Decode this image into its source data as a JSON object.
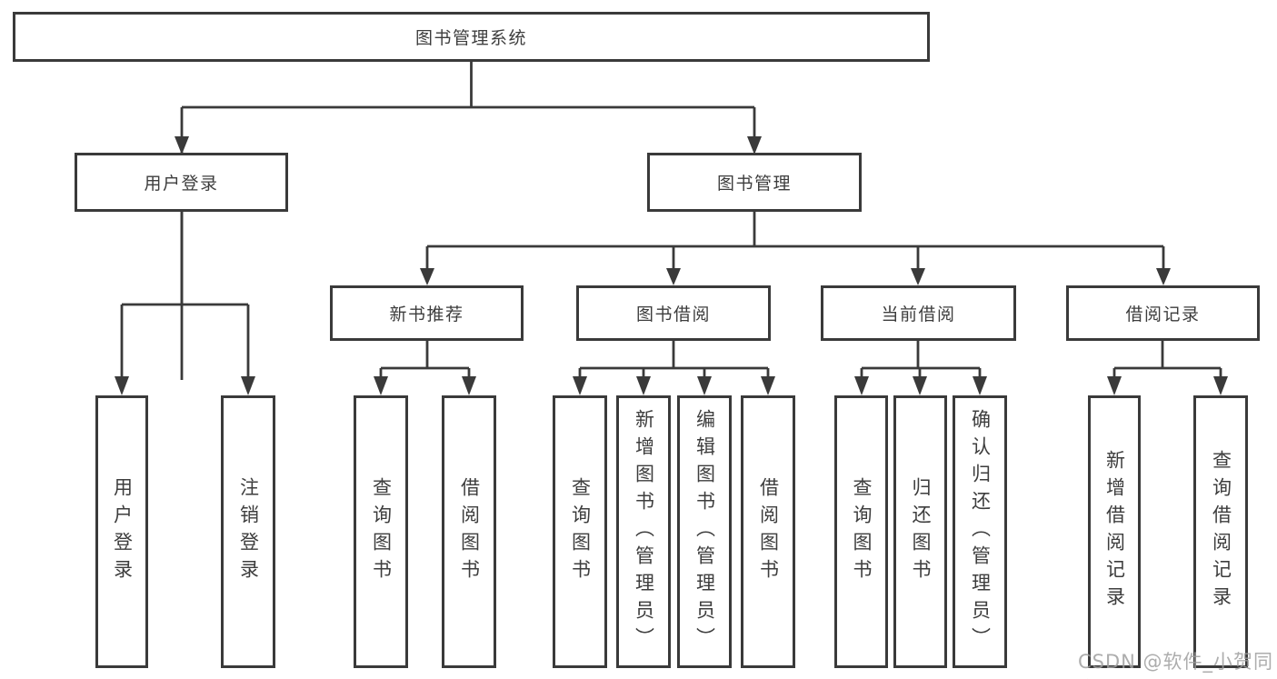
{
  "tree": {
    "root": {
      "label": "图书管理系统",
      "children": [
        {
          "label": "用户登录",
          "children": [
            {
              "label": "用户登录"
            },
            {
              "label": "注销登录"
            }
          ]
        },
        {
          "label": "图书管理",
          "children": [
            {
              "label": "新书推荐",
              "children": [
                {
                  "label": "查询图书"
                },
                {
                  "label": "借阅图书"
                }
              ]
            },
            {
              "label": "图书借阅",
              "children": [
                {
                  "label": "查询图书"
                },
                {
                  "label": "新增图书（管理员）"
                },
                {
                  "label": "编辑图书（管理员）"
                },
                {
                  "label": "借阅图书"
                }
              ]
            },
            {
              "label": "当前借阅",
              "children": [
                {
                  "label": "查询图书"
                },
                {
                  "label": "归还图书"
                },
                {
                  "label": "确认归还（管理员）"
                }
              ]
            },
            {
              "label": "借阅记录",
              "children": [
                {
                  "label": "新增借阅记录"
                },
                {
                  "label": "查询借阅记录"
                }
              ]
            }
          ]
        }
      ]
    }
  },
  "colors": {
    "line": "#3a3a3a",
    "box_border": "#3a3a3a",
    "text": "#3d3d3d",
    "watermark": "#9f9f9f"
  },
  "watermark": {
    "text": "CSDN @软件_小贺同学"
  }
}
